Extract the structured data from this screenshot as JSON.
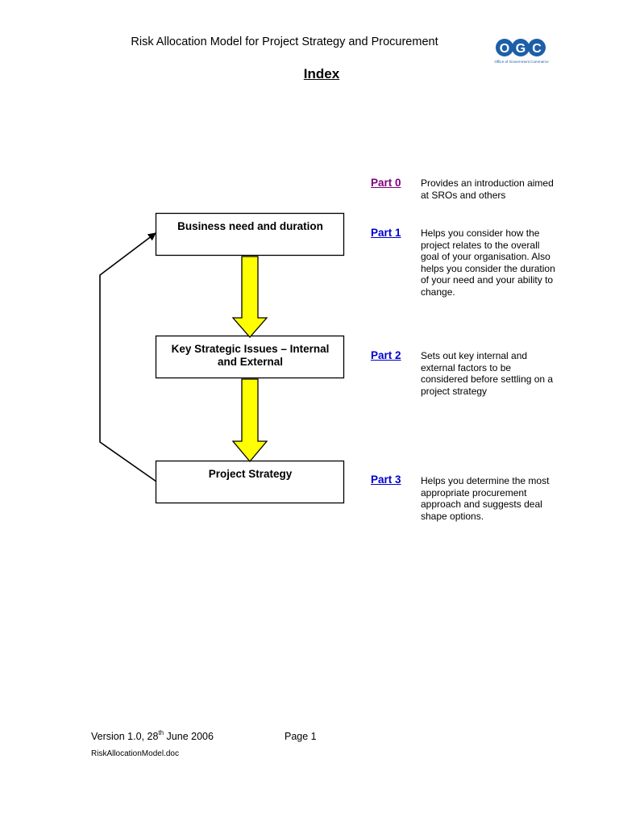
{
  "header": {
    "title": "Risk Allocation Model for Project Strategy and Procurement",
    "logo": {
      "letters": "OGC",
      "tagline": "Office of Government Commerce",
      "color": "#1d5fa8"
    }
  },
  "page_heading": "Index",
  "flow": {
    "boxes": [
      {
        "label": "Business need and duration"
      },
      {
        "label": "Key Strategic Issues – Internal and External"
      },
      {
        "label": "Project Strategy"
      }
    ],
    "arrow_fill": "#ffff00"
  },
  "parts": [
    {
      "label": "Part 0",
      "color": "#800080",
      "description": "Provides an introduction aimed at SROs and others"
    },
    {
      "label": "Part 1",
      "color": "#0000cc",
      "description": "Helps you consider how the project relates to the overall goal of your organisation.  Also helps you consider the duration of your need and your ability to change."
    },
    {
      "label": "Part 2",
      "color": "#0000cc",
      "description": "Sets out key internal and external factors to be considered before settling on a project strategy"
    },
    {
      "label": "Part 3",
      "color": "#0000cc",
      "description": "Helps you determine the most appropriate procurement approach and suggests deal shape options."
    }
  ],
  "footer": {
    "version_prefix": "Version 1.0, 28",
    "version_sup": "th",
    "version_suffix": " June 2006",
    "page": "Page 1",
    "filename": "RiskAllocationModel.doc"
  }
}
